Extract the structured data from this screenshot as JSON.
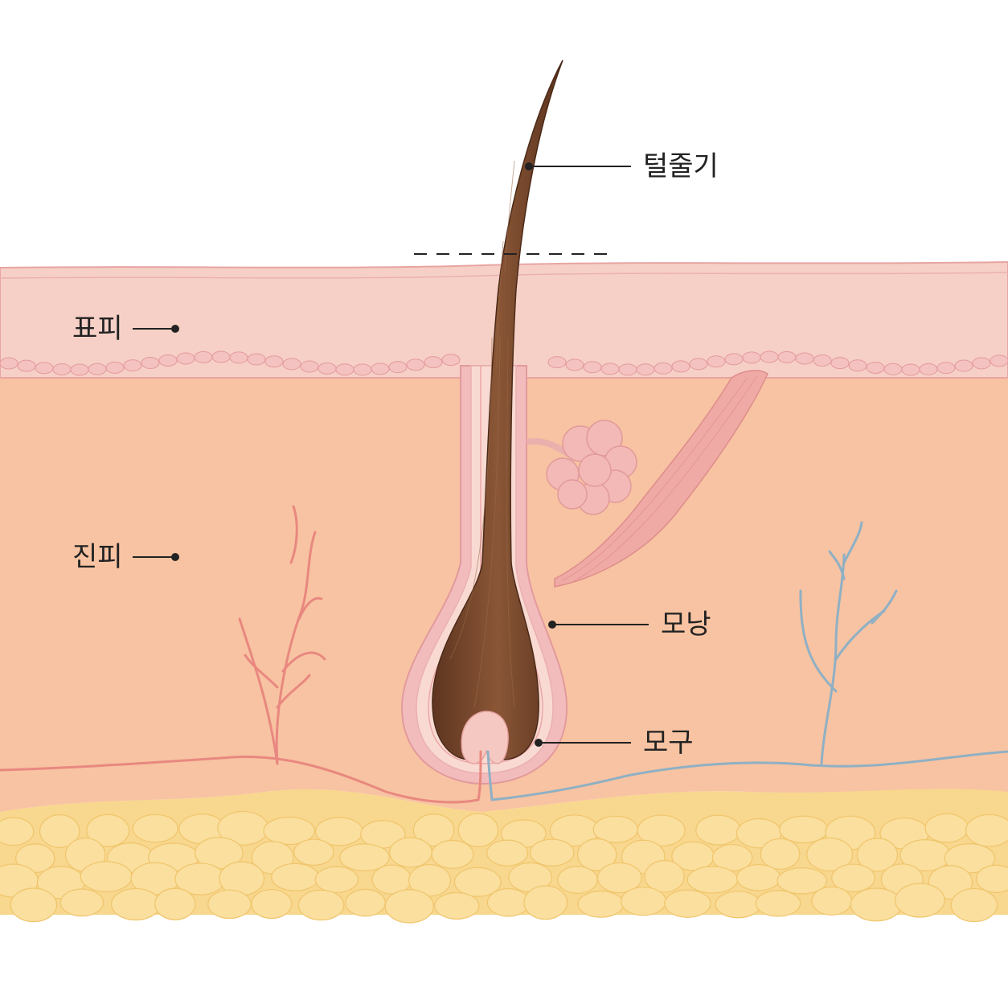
{
  "labels": {
    "hair_shaft": "털줄기",
    "epidermis": "표피",
    "dermis": "진피",
    "hair_follicle": "모낭",
    "hair_bulb": "모구"
  },
  "colors": {
    "epidermis": "#f6d0c6",
    "epidermis_outline": "#e7a5a2",
    "basal_cells": "#f1b6b6",
    "dermis": "#f8c3a2",
    "fat": "#f8d78e",
    "fat_cells": "#f4cd7a",
    "hair": "#7a4a2e",
    "follicle_sheath": "#f2bcbd",
    "gland": "#f3b9b6",
    "muscle": "#f0aaa5",
    "artery": "#e88880",
    "vein": "#8fb0c4",
    "leader_line": "#222222"
  },
  "icons": {
    "leader_dot": "filled-circle"
  }
}
